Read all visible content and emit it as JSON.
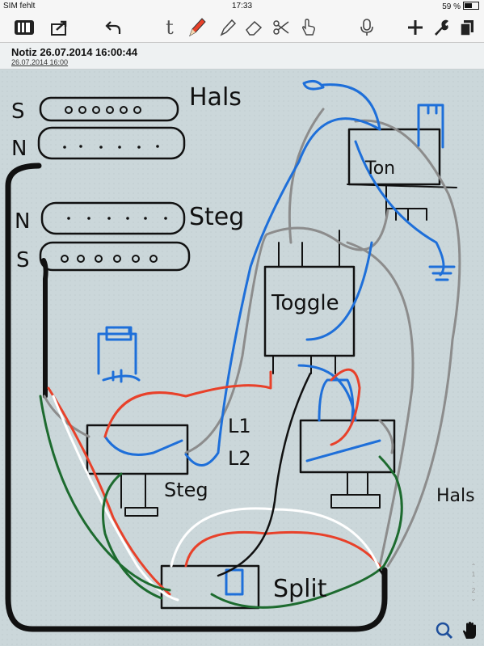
{
  "status": {
    "carrier": "SIM fehlt",
    "time": "17:33",
    "battery": "59 %",
    "battery_level": 0.59
  },
  "toolbar": {
    "icons": [
      "library-icon",
      "share-icon",
      "undo-icon",
      "text-tool-icon",
      "pen-tool-icon",
      "highlighter-tool-icon",
      "eraser-tool-icon",
      "scissors-tool-icon",
      "hand-pointer-tool-icon",
      "microphone-icon",
      "add-icon",
      "wrench-icon",
      "pages-icon"
    ],
    "text_tool_label": "t"
  },
  "note": {
    "title": "Notiz 26.07.2014 16:00:44",
    "date": "26.07.2014 16:00"
  },
  "drawing": {
    "labels": {
      "hals": "Hals",
      "steg": "Steg",
      "s1": "S",
      "n1": "N",
      "n2": "N",
      "s2": "S",
      "toggle": "Toggle",
      "ton": "Ton",
      "l1": "L1",
      "l2": "L2",
      "steg_pot": "Steg",
      "hals_pot": "Hals",
      "split": "Split"
    },
    "colors": {
      "ink": "#111111",
      "blue": "#1e6fd9",
      "red": "#e8412a",
      "green": "#1d6b2f",
      "gray": "#8c8c8c",
      "white": "#ffffff"
    }
  },
  "pager": {
    "current": "1",
    "total": "2"
  }
}
